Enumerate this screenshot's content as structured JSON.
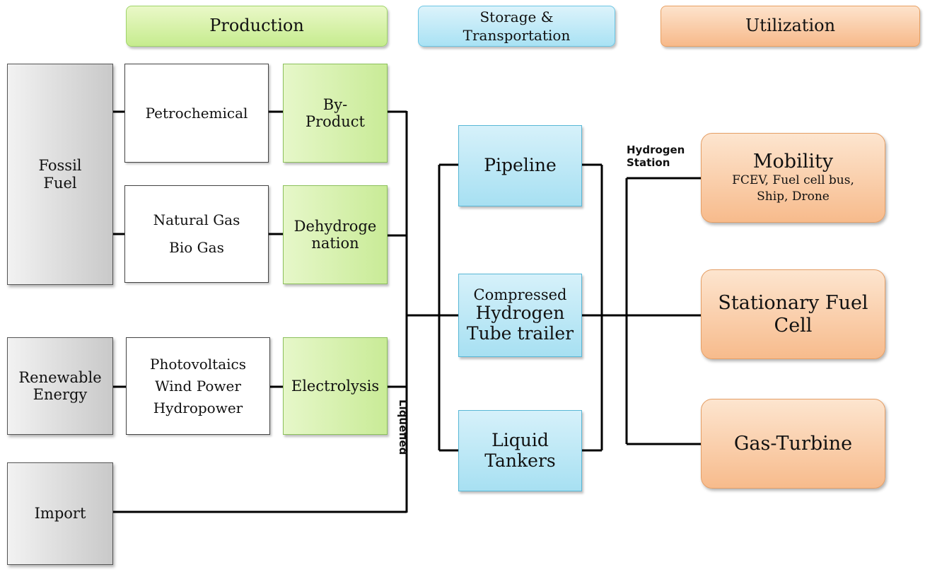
{
  "headers": {
    "production": "Production",
    "storage_line1": "Storage &",
    "storage_line2": "Transportation",
    "utilization": "Utilization"
  },
  "sources": {
    "fossil_line1": "Fossil",
    "fossil_line2": "Fuel",
    "renewable_line1": "Renewable",
    "renewable_line2": "Energy",
    "import": "Import"
  },
  "feedstocks": {
    "petrochemical": "Petrochemical",
    "natural_gas": "Natural Gas",
    "bio_gas": "Bio Gas",
    "photovoltaics": "Photovoltaics",
    "wind_power": "Wind Power",
    "hydropower": "Hydropower"
  },
  "processes": {
    "byproduct_line1": "By-",
    "byproduct_line2": "Product",
    "dehydro_line1": "Dehydroge",
    "dehydro_line2": "nation",
    "electrolysis": "Electrolysis"
  },
  "storage": {
    "pipeline": "Pipeline",
    "compressed_line1": "Compressed",
    "compressed_line2": "Hydrogen",
    "compressed_line3": "Tube trailer",
    "liquid_line1": "Liquid",
    "liquid_line2": "Tankers"
  },
  "utilization": {
    "mobility_title": "Mobility",
    "mobility_sub_line1": "FCEV, Fuel cell bus,",
    "mobility_sub_line2": "Ship, Drone",
    "stationary_line1": "Stationary Fuel",
    "stationary_line2": "Cell",
    "gas_turbine": "Gas-Turbine"
  },
  "labels": {
    "hydrogen": "Hydrogen",
    "station": "Station",
    "liquefied": "Liquefied"
  }
}
